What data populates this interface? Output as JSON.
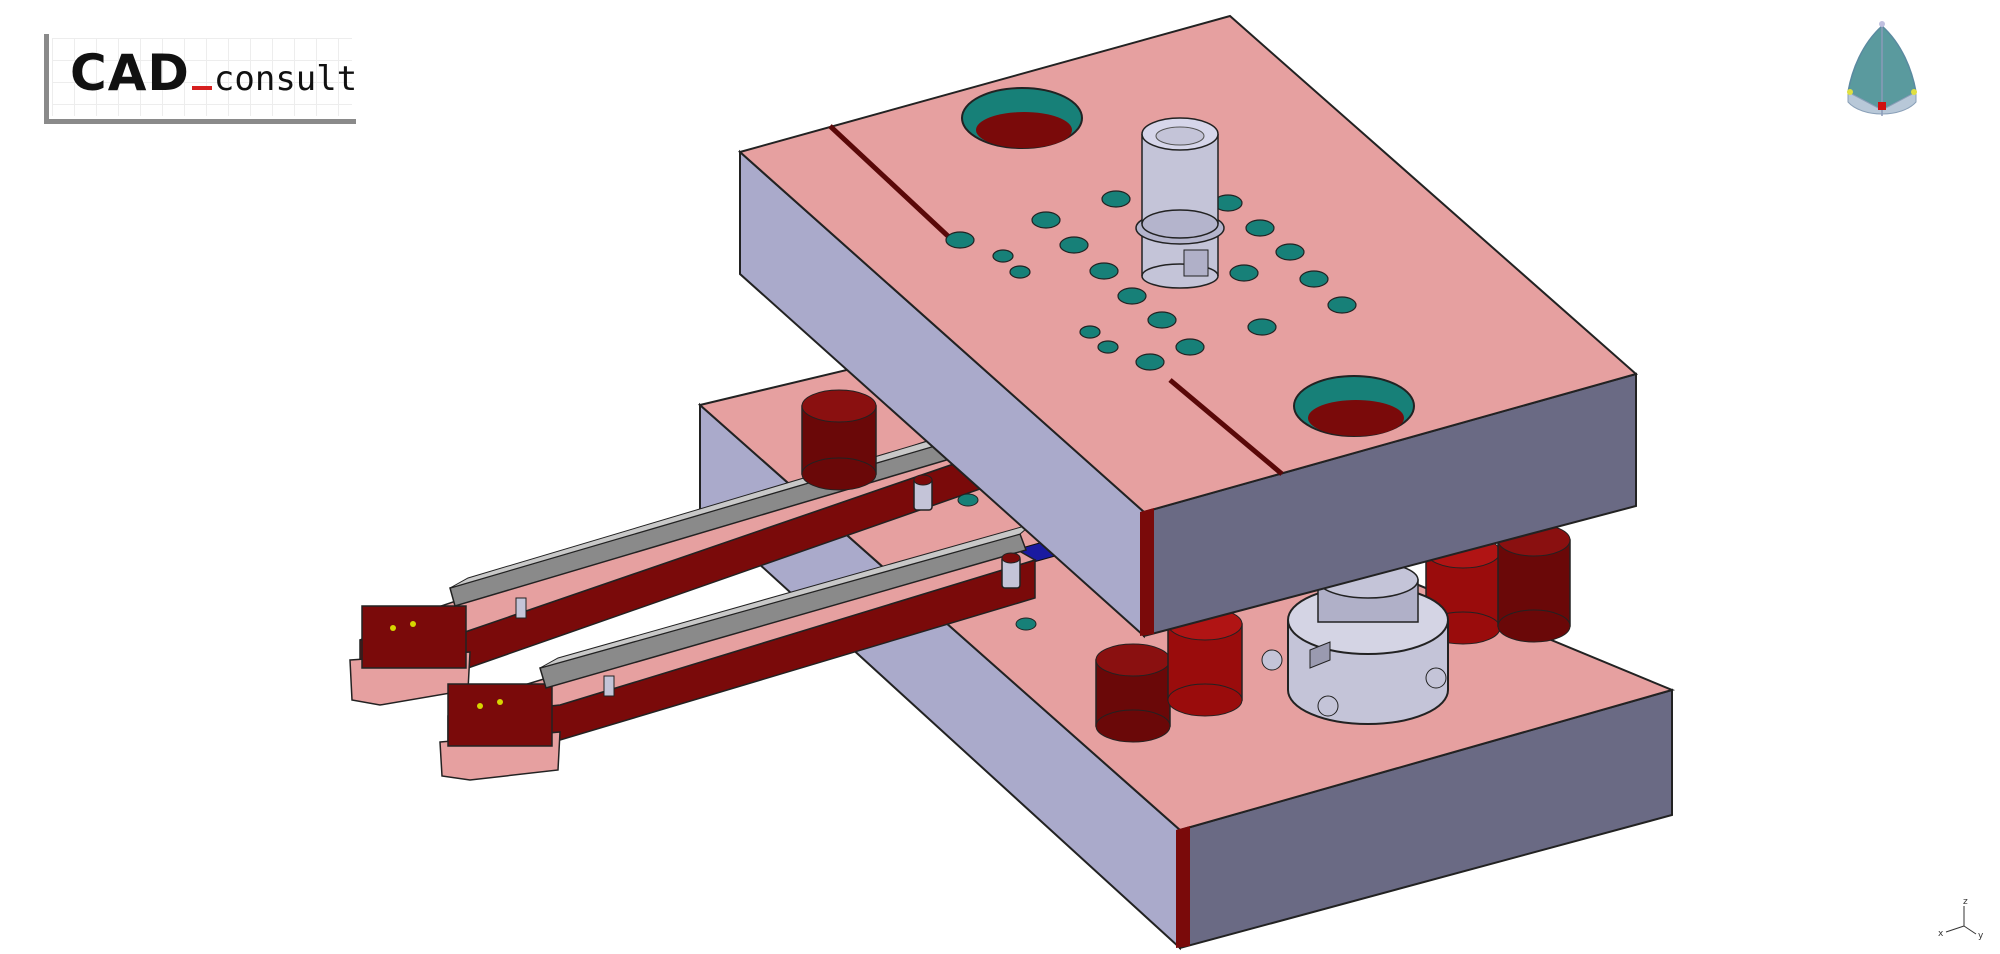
{
  "logo": {
    "brand": "CAD",
    "suffix": "consult"
  },
  "colors": {
    "plate_top": "#e6a0a0",
    "plate_side_light": "#aaaacb",
    "plate_side_dark": "#6a6a84",
    "hole": "#178078",
    "red": "#7a0a0a",
    "steel": "#c4c4d8",
    "rail": "#8a8a8a",
    "blue": "#1a1aa0"
  },
  "axis_triad": {
    "z": "z",
    "x": "x",
    "y": "y"
  },
  "compass": {
    "name": "compass-icon"
  }
}
